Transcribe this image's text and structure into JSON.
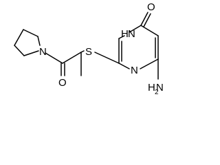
{
  "molecule": {
    "atom_labels": {
      "pyrrolidine_n": "N",
      "sulfur": "S",
      "carbonyl_oxygen": "O",
      "ring_nh": "H",
      "ring_nh_n": "N",
      "ring_n": "N",
      "keto_oxygen": "O",
      "amine_h2": "H",
      "amine_n": "N",
      "amine_subscript": "2"
    }
  }
}
